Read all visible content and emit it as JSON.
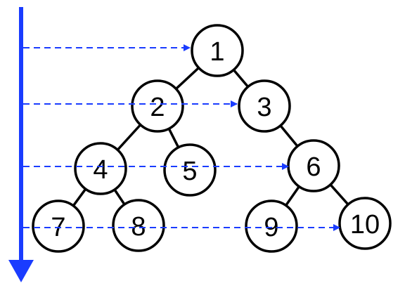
{
  "colors": {
    "accent": "#1a3cff",
    "node_stroke": "#000000",
    "node_fill": "#ffffff"
  },
  "nodes": [
    {
      "label": "1"
    },
    {
      "label": "2"
    },
    {
      "label": "3"
    },
    {
      "label": "4"
    },
    {
      "label": "5"
    },
    {
      "label": "6"
    },
    {
      "label": "7"
    },
    {
      "label": "8"
    },
    {
      "label": "9"
    },
    {
      "label": "10"
    }
  ],
  "edges": [
    [
      "1",
      "2"
    ],
    [
      "1",
      "3"
    ],
    [
      "2",
      "4"
    ],
    [
      "2",
      "5"
    ],
    [
      "3",
      "6"
    ],
    [
      "4",
      "7"
    ],
    [
      "4",
      "8"
    ],
    [
      "6",
      "9"
    ],
    [
      "6",
      "10"
    ]
  ],
  "traversal_levels": [
    [
      "1"
    ],
    [
      "2",
      "3"
    ],
    [
      "4",
      "5",
      "6"
    ],
    [
      "7",
      "8",
      "9",
      "10"
    ]
  ]
}
